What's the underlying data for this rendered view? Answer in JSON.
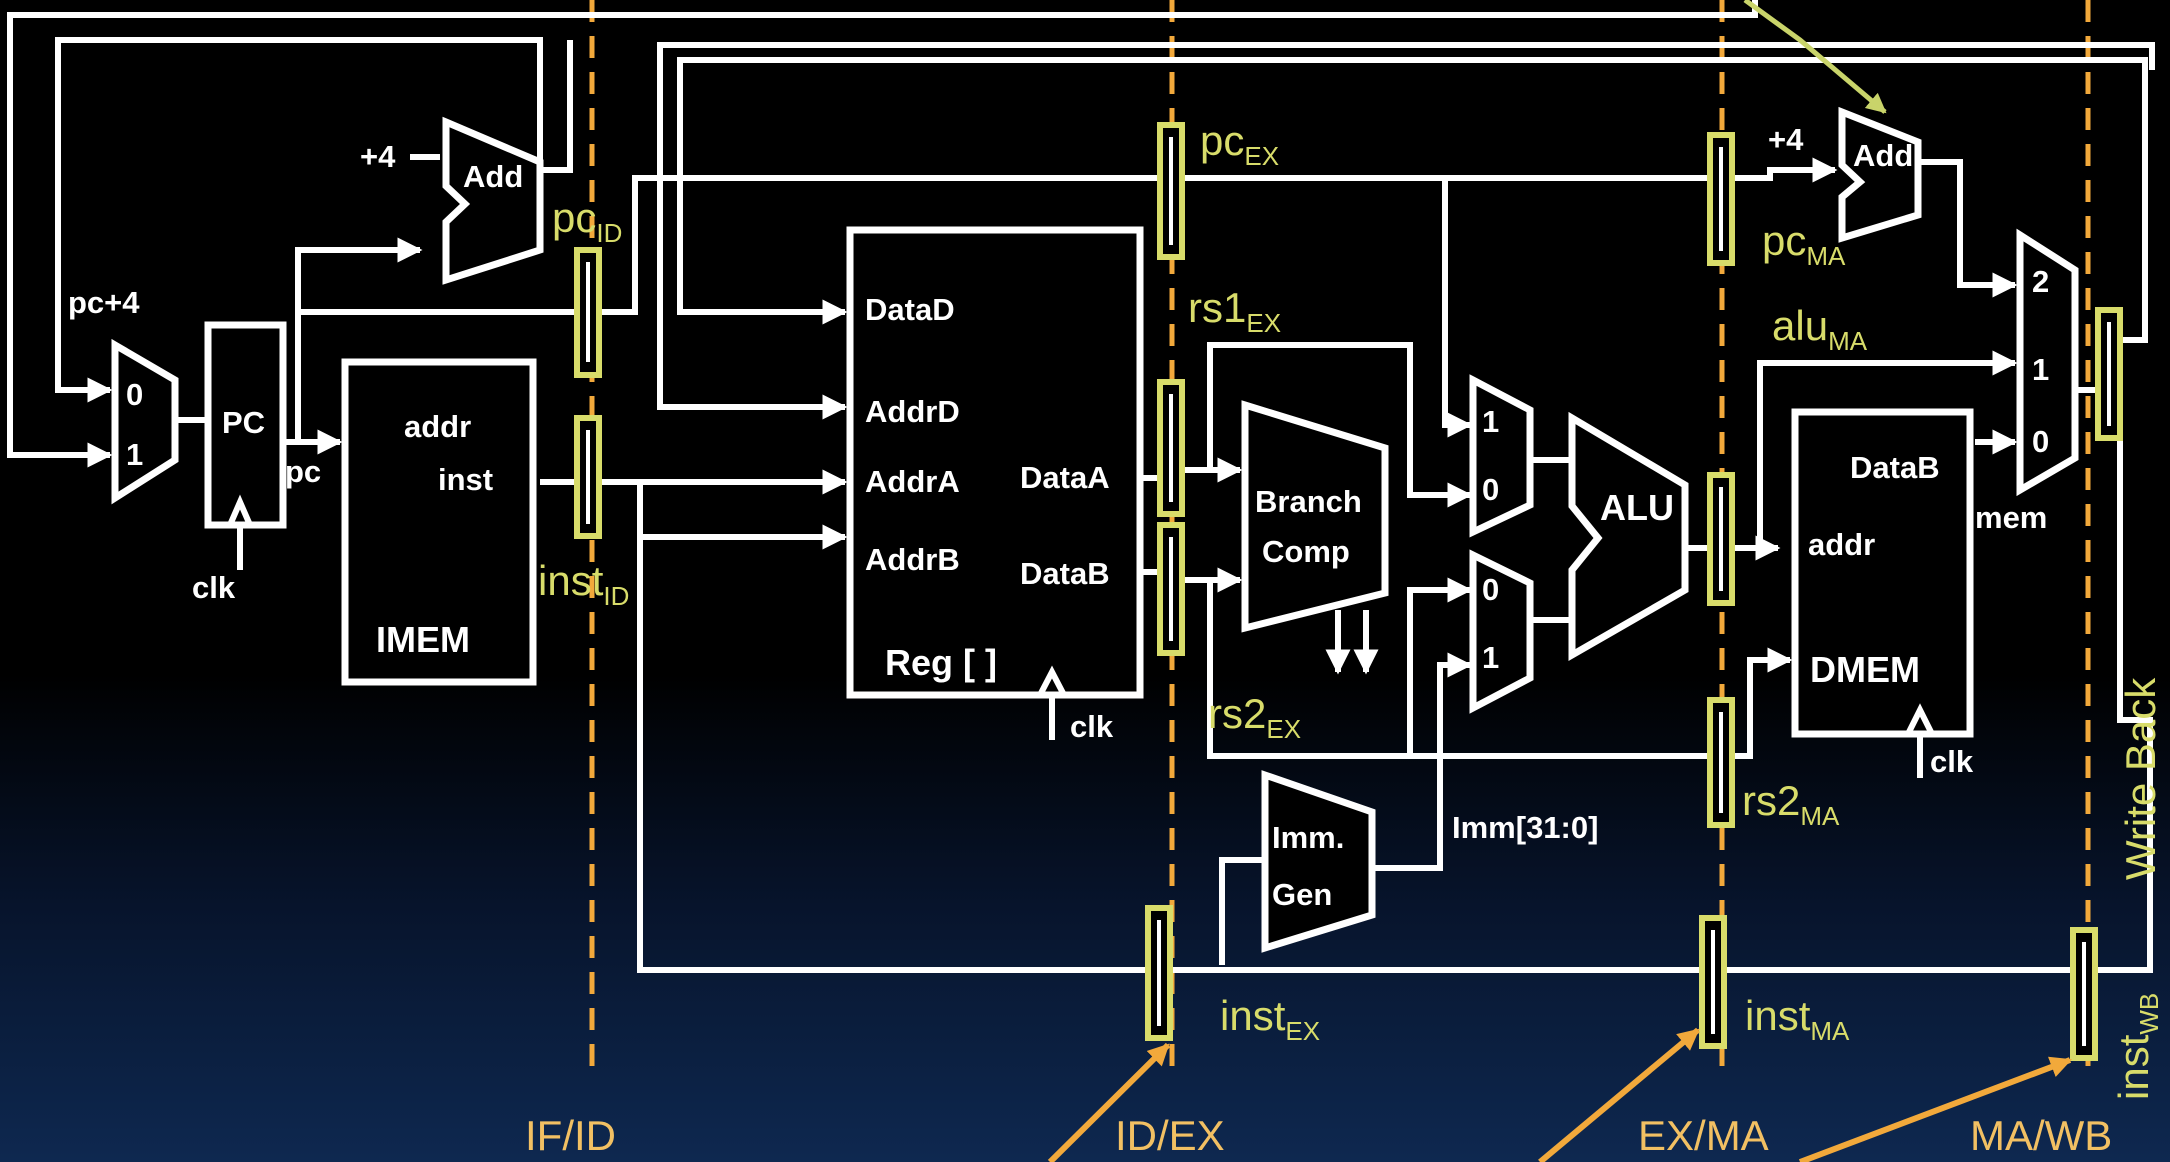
{
  "blocks": {
    "pc": "PC",
    "imem": "IMEM",
    "imem_addr": "addr",
    "imem_inst": "inst",
    "regfile": "Reg [ ]",
    "alu": "ALU",
    "branch_line1": "Branch",
    "branch_line2": "Comp",
    "immgen_line1": "Imm.",
    "immgen_line2": "Gen",
    "dmem": "DMEM",
    "adder": "Add",
    "adder2": "Add"
  },
  "ports": {
    "dataD": "DataD",
    "addrD": "AddrD",
    "addrA": "AddrA",
    "addrB": "AddrB",
    "dataA": "DataA",
    "dataB": "DataB",
    "dmem_dataB": "DataB",
    "dmem_addr": "addr",
    "clk1": "clk",
    "clk2": "clk",
    "clk3": "clk",
    "plus4_1": "+4",
    "plus4_2": "+4",
    "pc_plus4": "pc+4",
    "pc_out": "pc",
    "mem": "mem",
    "imm": "Imm[31:0]"
  },
  "mux": {
    "pcsel_0": "0",
    "pcsel_1": "1",
    "asel_1": "1",
    "asel_0": "0",
    "bsel_0": "0",
    "bsel_1": "1",
    "wb_2": "2",
    "wb_1": "1",
    "wb_0": "0"
  },
  "pipeline_regs": {
    "pc_id": {
      "base": "pc",
      "sub": "ID"
    },
    "inst_id": {
      "base": "inst",
      "sub": "ID"
    },
    "pc_ex": {
      "base": "pc",
      "sub": "EX"
    },
    "rs1_ex": {
      "base": "rs1",
      "sub": "EX"
    },
    "rs2_ex": {
      "base": "rs2",
      "sub": "EX"
    },
    "inst_ex": {
      "base": "inst",
      "sub": "EX"
    },
    "pc_ma": {
      "base": "pc",
      "sub": "MA"
    },
    "alu_ma": {
      "base": "alu",
      "sub": "MA"
    },
    "rs2_ma": {
      "base": "rs2",
      "sub": "MA"
    },
    "inst_ma": {
      "base": "inst",
      "sub": "MA"
    },
    "inst_wb": {
      "base": "inst",
      "sub": "WB"
    }
  },
  "stages": [
    "IF/ID",
    "ID/EX",
    "EX/MA",
    "MA/WB"
  ],
  "write_back": "Write Back"
}
